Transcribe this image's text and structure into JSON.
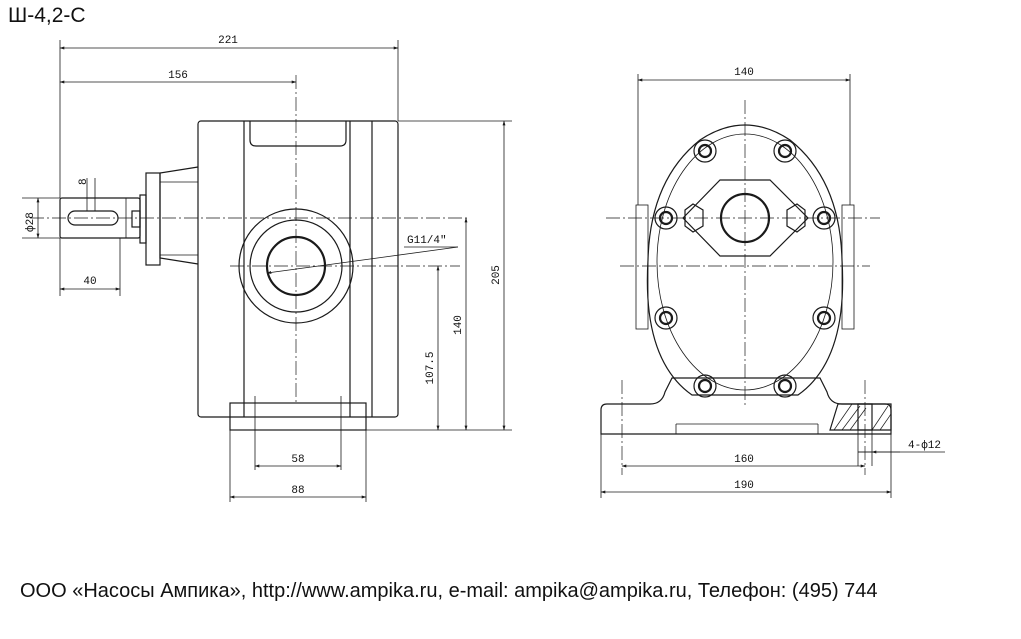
{
  "title": "Ш-4,2-С",
  "dimensions": {
    "side_view": {
      "overall_length": "221",
      "to_port_center": "156",
      "shaft_diameter": "ф28",
      "shaft_key": "8",
      "shaft_length": "40",
      "port_thread": "G11/4\"",
      "port_center_height": "107.5",
      "axis_height": "140",
      "overall_height": "205",
      "base_hole_spacing": "58",
      "base_width": "88"
    },
    "front_view": {
      "top_width": "140",
      "hole_spacing": "160",
      "base_length": "190",
      "mounting_holes": "4-ф12"
    }
  },
  "footer": {
    "text": "ООО «Насосы Ампика», http://www.ampika.ru, e-mail: ampika@ampika.ru, Телефон: (495) 744"
  }
}
